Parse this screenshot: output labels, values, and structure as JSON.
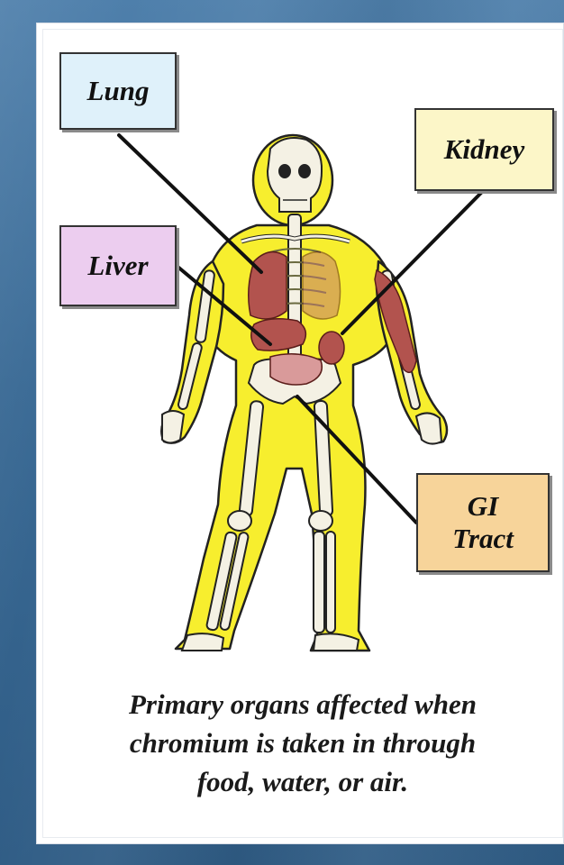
{
  "diagram": {
    "labels": {
      "lung": "Lung",
      "kidney": "Kidney",
      "liver": "Liver",
      "gi_line1": "GI",
      "gi_line2": "Tract"
    },
    "caption": [
      "Primary organs affected when",
      "chromium is taken in through",
      "food, water, or  air."
    ],
    "colors": {
      "body": "#f7ee2e",
      "organ": "#b2534e",
      "bone": "#f4f1e4",
      "lung_box": "#dff1fa",
      "kidney_box": "#fcf6c8",
      "liver_box": "#eccdef",
      "gi_box": "#f7d49a"
    }
  }
}
